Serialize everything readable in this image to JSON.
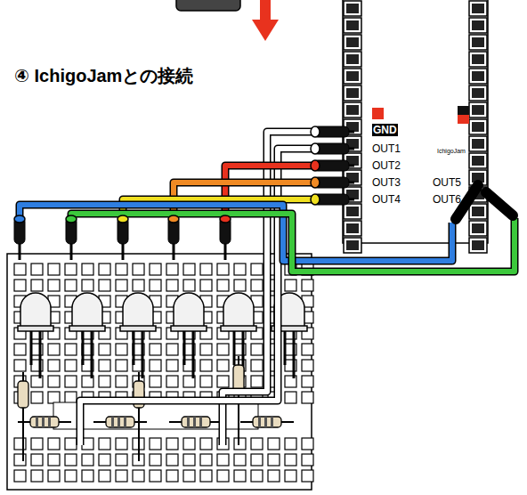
{
  "diagram": {
    "title": "④ IchigoJamとの接続",
    "nodes": [
      {
        "text": [
          "IchigoJam"
        ]
      }
    ],
    "labels": [
      "GND",
      "OUT1",
      "OUT2",
      "OUT3",
      "OUT4",
      "OUT5",
      "OUT6"
    ]
  }
}
